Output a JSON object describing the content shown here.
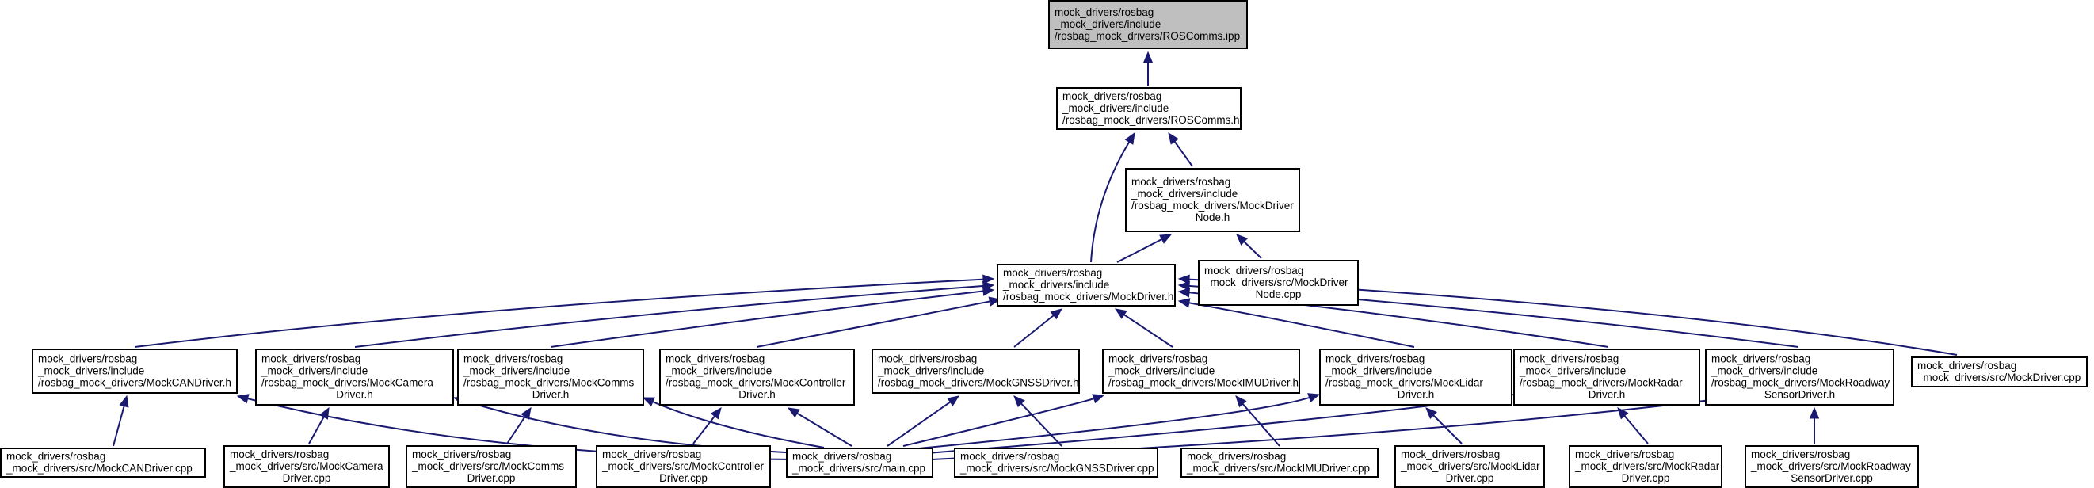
{
  "diagram": {
    "type": "include-dependency-graph",
    "nodes": [
      {
        "id": "n0",
        "root": true,
        "lines": [
          "mock_drivers/rosbag",
          "_mock_drivers/include",
          "/rosbag_mock_drivers/ROSComms.ipp"
        ]
      },
      {
        "id": "n1",
        "lines": [
          "mock_drivers/rosbag",
          "_mock_drivers/include",
          "/rosbag_mock_drivers/ROSComms.h"
        ]
      },
      {
        "id": "n2",
        "lines": [
          "mock_drivers/rosbag",
          "_mock_drivers/include",
          "/rosbag_mock_drivers/MockDriver",
          "Node.h"
        ]
      },
      {
        "id": "n3",
        "lines": [
          "mock_drivers/rosbag",
          "_mock_drivers/include",
          "/rosbag_mock_drivers/MockDriver.h"
        ]
      },
      {
        "id": "n4",
        "lines": [
          "mock_drivers/rosbag",
          "_mock_drivers/src/MockDriver",
          "Node.cpp"
        ]
      },
      {
        "id": "n5",
        "lines": [
          "mock_drivers/rosbag",
          "_mock_drivers/include",
          "/rosbag_mock_drivers/MockCANDriver.h"
        ]
      },
      {
        "id": "n6",
        "lines": [
          "mock_drivers/rosbag",
          "_mock_drivers/include",
          "/rosbag_mock_drivers/MockCamera",
          "Driver.h"
        ]
      },
      {
        "id": "n7",
        "lines": [
          "mock_drivers/rosbag",
          "_mock_drivers/include",
          "/rosbag_mock_drivers/MockComms",
          "Driver.h"
        ]
      },
      {
        "id": "n8",
        "lines": [
          "mock_drivers/rosbag",
          "_mock_drivers/include",
          "/rosbag_mock_drivers/MockController",
          "Driver.h"
        ]
      },
      {
        "id": "n9",
        "lines": [
          "mock_drivers/rosbag",
          "_mock_drivers/include",
          "/rosbag_mock_drivers/MockGNSSDriver.h"
        ]
      },
      {
        "id": "n10",
        "lines": [
          "mock_drivers/rosbag",
          "_mock_drivers/include",
          "/rosbag_mock_drivers/MockIMUDriver.h"
        ]
      },
      {
        "id": "n11",
        "lines": [
          "mock_drivers/rosbag",
          "_mock_drivers/include",
          "/rosbag_mock_drivers/MockLidar",
          "Driver.h"
        ]
      },
      {
        "id": "n12",
        "lines": [
          "mock_drivers/rosbag",
          "_mock_drivers/include",
          "/rosbag_mock_drivers/MockRadar",
          "Driver.h"
        ]
      },
      {
        "id": "n13",
        "lines": [
          "mock_drivers/rosbag",
          "_mock_drivers/include",
          "/rosbag_mock_drivers/MockRoadway",
          "SensorDriver.h"
        ]
      },
      {
        "id": "n14",
        "lines": [
          "mock_drivers/rosbag",
          "_mock_drivers/src/MockDriver.cpp"
        ]
      },
      {
        "id": "n15",
        "lines": [
          "mock_drivers/rosbag",
          "_mock_drivers/src/MockCANDriver.cpp"
        ]
      },
      {
        "id": "n16",
        "lines": [
          "mock_drivers/rosbag",
          "_mock_drivers/src/MockCamera",
          "Driver.cpp"
        ]
      },
      {
        "id": "n17",
        "lines": [
          "mock_drivers/rosbag",
          "_mock_drivers/src/MockComms",
          "Driver.cpp"
        ]
      },
      {
        "id": "n18",
        "lines": [
          "mock_drivers/rosbag",
          "_mock_drivers/src/MockController",
          "Driver.cpp"
        ]
      },
      {
        "id": "n19",
        "lines": [
          "mock_drivers/rosbag",
          "_mock_drivers/src/main.cpp"
        ]
      },
      {
        "id": "n20",
        "lines": [
          "mock_drivers/rosbag",
          "_mock_drivers/src/MockGNSSDriver.cpp"
        ]
      },
      {
        "id": "n21",
        "lines": [
          "mock_drivers/rosbag",
          "_mock_drivers/src/MockIMUDriver.cpp"
        ]
      },
      {
        "id": "n22",
        "lines": [
          "mock_drivers/rosbag",
          "_mock_drivers/src/MockLidar",
          "Driver.cpp"
        ]
      },
      {
        "id": "n23",
        "lines": [
          "mock_drivers/rosbag",
          "_mock_drivers/src/MockRadar",
          "Driver.cpp"
        ]
      },
      {
        "id": "n24",
        "lines": [
          "mock_drivers/rosbag",
          "_mock_drivers/src/MockRoadway",
          "SensorDriver.cpp"
        ]
      }
    ],
    "edges": [
      {
        "from": "n1",
        "to": "n0"
      },
      {
        "from": "n2",
        "to": "n1"
      },
      {
        "from": "n3",
        "to": "n1"
      },
      {
        "from": "n3",
        "to": "n2"
      },
      {
        "from": "n4",
        "to": "n2"
      },
      {
        "from": "n5",
        "to": "n3"
      },
      {
        "from": "n6",
        "to": "n3"
      },
      {
        "from": "n7",
        "to": "n3"
      },
      {
        "from": "n8",
        "to": "n3"
      },
      {
        "from": "n9",
        "to": "n3"
      },
      {
        "from": "n10",
        "to": "n3"
      },
      {
        "from": "n11",
        "to": "n3"
      },
      {
        "from": "n12",
        "to": "n3"
      },
      {
        "from": "n13",
        "to": "n3"
      },
      {
        "from": "n14",
        "to": "n3"
      },
      {
        "from": "n15",
        "to": "n5"
      },
      {
        "from": "n19",
        "to": "n5"
      },
      {
        "from": "n16",
        "to": "n6"
      },
      {
        "from": "n19",
        "to": "n6"
      },
      {
        "from": "n17",
        "to": "n7"
      },
      {
        "from": "n19",
        "to": "n7"
      },
      {
        "from": "n18",
        "to": "n8"
      },
      {
        "from": "n19",
        "to": "n8"
      },
      {
        "from": "n19",
        "to": "n9"
      },
      {
        "from": "n20",
        "to": "n9"
      },
      {
        "from": "n19",
        "to": "n10"
      },
      {
        "from": "n21",
        "to": "n10"
      },
      {
        "from": "n19",
        "to": "n11"
      },
      {
        "from": "n22",
        "to": "n11"
      },
      {
        "from": "n19",
        "to": "n12"
      },
      {
        "from": "n23",
        "to": "n12"
      },
      {
        "from": "n19",
        "to": "n13"
      },
      {
        "from": "n24",
        "to": "n13"
      }
    ],
    "colors": {
      "edge": "#191970",
      "node_border": "#000000",
      "node_fill": "#ffffff",
      "root_fill": "#bfbfbf",
      "background": "#ffffff"
    }
  }
}
